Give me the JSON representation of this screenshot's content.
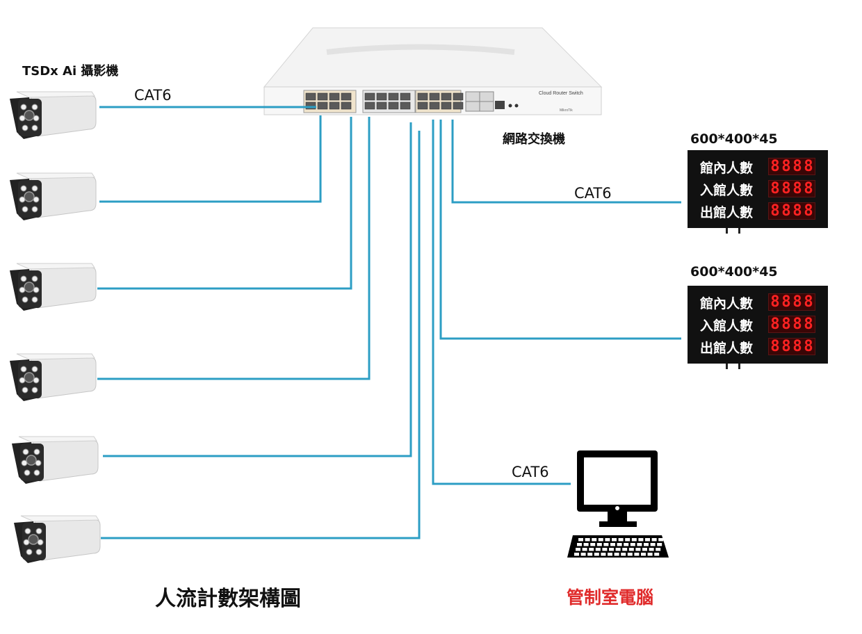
{
  "title": "人流計數架構圖",
  "cameras": {
    "label": "TSDx Ai 攝影機",
    "count": 6
  },
  "switch": {
    "name": "網路交換機",
    "faceplate_text": "Cloud Router Switch",
    "brand": "MikroTik"
  },
  "cables": {
    "top": "CAT6",
    "display": "CAT6",
    "pc": "CAT6"
  },
  "displays": [
    {
      "dimension": "600*400*45",
      "rows": [
        {
          "label": "館內人數",
          "digits": "8888"
        },
        {
          "label": "入館人數",
          "digits": "8888"
        },
        {
          "label": "出館人數",
          "digits": "8888"
        }
      ]
    },
    {
      "dimension": "600*400*45",
      "rows": [
        {
          "label": "館內人數",
          "digits": "8888"
        },
        {
          "label": "入館人數",
          "digits": "8888"
        },
        {
          "label": "出館人數",
          "digits": "8888"
        }
      ]
    }
  ],
  "pc": {
    "label": "管制室電腦"
  },
  "colors": {
    "cable": "#2c9ec4",
    "pc_label": "#e02b2b",
    "board_bg": "#111111",
    "led": "#ff2222"
  }
}
